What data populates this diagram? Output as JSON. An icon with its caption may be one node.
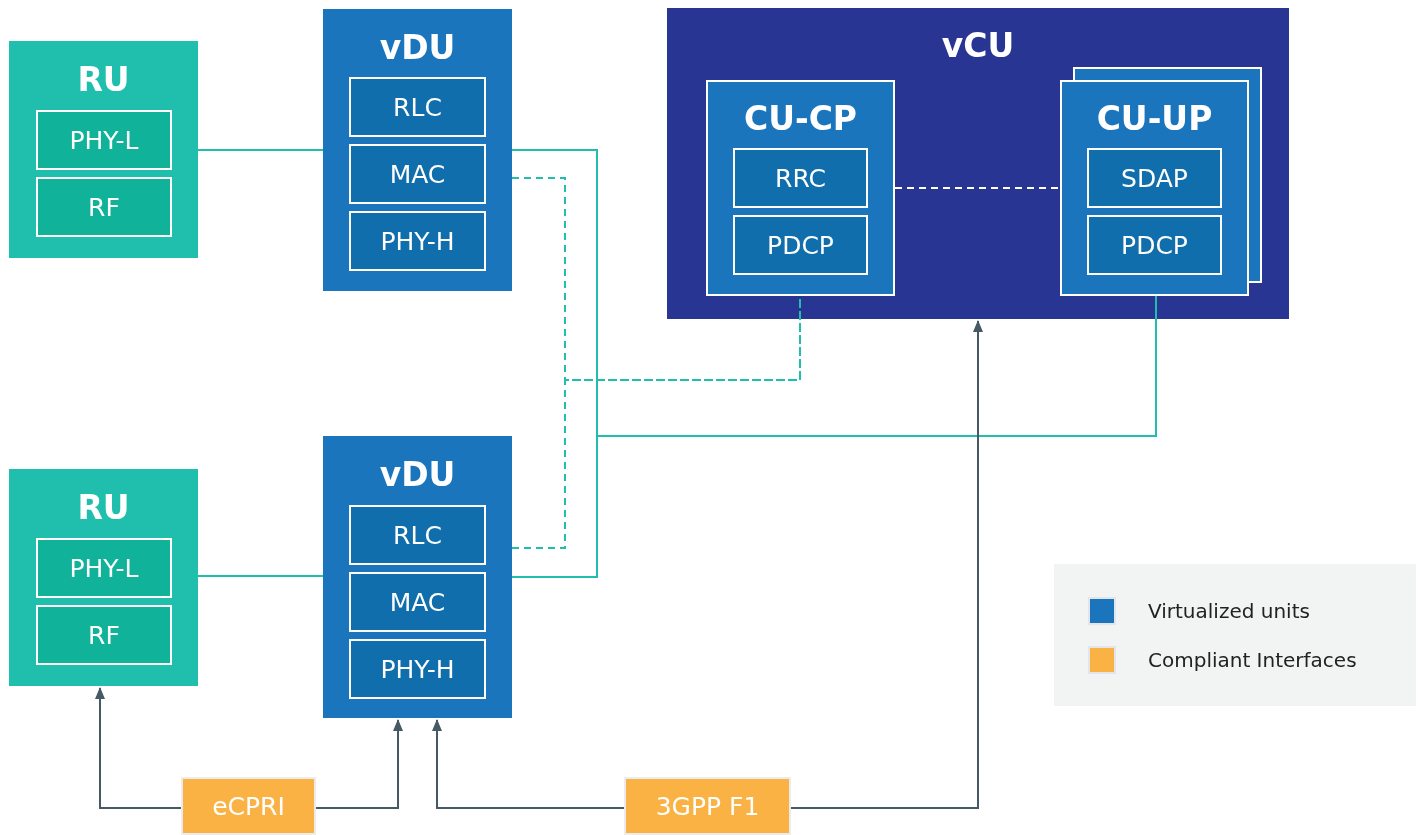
{
  "diagram": {
    "nodes": [
      {
        "text": [
          "RU"
        ]
      },
      {
        "text": [
          "PHY-L"
        ],
        "in": 0
      },
      {
        "text": [
          "RF"
        ],
        "in": 0
      },
      {
        "text": [
          "vDU"
        ]
      },
      {
        "text": [
          "RLC"
        ],
        "in": 3
      },
      {
        "text": [
          "MAC"
        ],
        "in": 3
      },
      {
        "text": [
          "PHY-H"
        ],
        "in": 3
      },
      {
        "text": [
          "vCU"
        ]
      },
      {
        "text": [
          "CU-CP"
        ],
        "in": 7
      },
      {
        "text": [
          "RRC"
        ],
        "in": 8
      },
      {
        "text": [
          "PDCP"
        ],
        "in": 8
      },
      {
        "text": [
          "CU-UP"
        ],
        "in": 7
      },
      {
        "text": [
          "SDAP"
        ],
        "in": 11
      },
      {
        "text": [
          "PDCP"
        ],
        "in": 11
      },
      {
        "text": [
          "RU"
        ]
      },
      {
        "text": [
          "PHY-L"
        ],
        "in": 14
      },
      {
        "text": [
          "RF"
        ],
        "in": 14
      },
      {
        "text": [
          "vDU"
        ]
      },
      {
        "text": [
          "RLC"
        ],
        "in": 17
      },
      {
        "text": [
          "MAC"
        ],
        "in": 17
      },
      {
        "text": [
          "PHY-H"
        ],
        "in": 17
      },
      {
        "text": [
          "eCPRI"
        ]
      },
      {
        "text": [
          "3GPP F1"
        ]
      }
    ],
    "edges": [
      {
        "from": 0,
        "to": 3,
        "arrow": "none"
      },
      {
        "from": 3,
        "to": 11,
        "arrow": "none"
      },
      {
        "from": 17,
        "to": 11,
        "arrow": "none"
      },
      {
        "from": 3,
        "to": 8,
        "arrow": "none",
        "style": "dashed"
      },
      {
        "from": 17,
        "to": 8,
        "arrow": "none",
        "style": "dashed"
      },
      {
        "from": 8,
        "to": 11,
        "arrow": "none",
        "style": "dashed",
        "color": "#ffffff"
      },
      {
        "from": 14,
        "to": 17,
        "arrow": "none"
      },
      {
        "from": 21,
        "to": 14,
        "arrow": "to",
        "color": "#455a64"
      },
      {
        "from": 21,
        "to": 17,
        "arrow": "to",
        "color": "#455a64"
      },
      {
        "from": 22,
        "to": 17,
        "arrow": "to",
        "color": "#455a64"
      },
      {
        "from": 22,
        "to": 7,
        "arrow": "to",
        "color": "#455a64"
      }
    ],
    "legend": [
      {
        "text": "Virtualized units",
        "color": "#1a75bc"
      },
      {
        "text": "Compliant Interfaces",
        "color": "#fbb245"
      }
    ]
  }
}
